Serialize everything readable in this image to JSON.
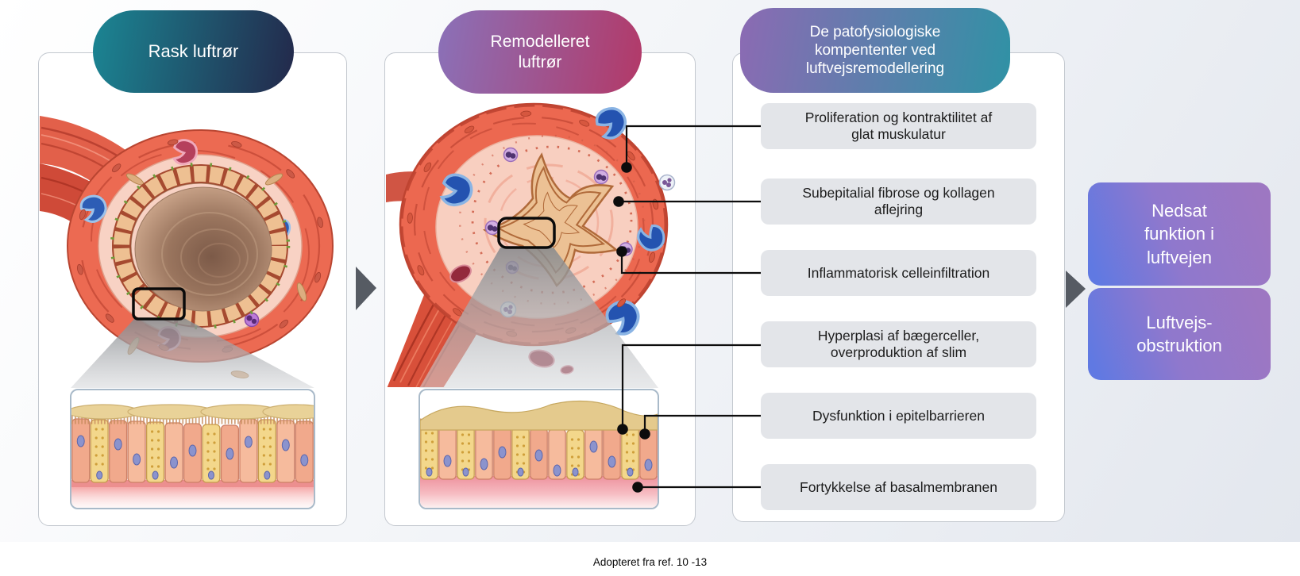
{
  "pills": {
    "healthy": "Rask luftrør",
    "remodeled": "Remodelleret\nluftrør",
    "components": "De patofysiologiske\nkompententer ved\nluftvejsremodellering"
  },
  "labels": [
    "Proliferation og kontraktilitet af\nglat muskulatur",
    "Subepitalial fibrose og kollagen\naflejring",
    "Inflammatorisk celleinfiltration",
    "Hyperplasi af bægerceller,\noverproduktion af slim",
    "Dysfunktion i epitelbarrieren",
    "Fortykkelse af basalmembranen"
  ],
  "outcomes": [
    "Nedsat\nfunktion i\nluftvejen",
    "Luftvejs-\nobstruktion"
  ],
  "caption": {
    "text": "Adopteret fra ref. 10 -13"
  },
  "colors": {
    "pill_healthy_gradient": [
      "#1b8492",
      "#232a4c"
    ],
    "pill_remodeled_gradient": [
      "#8b70b7",
      "#b23a69"
    ],
    "pill_components_gradient": [
      "#8a6bb3",
      "#3191a5"
    ],
    "outcome_gradient": [
      "#6079e2",
      "#9d77c2"
    ],
    "label_box": "#e3e5e9",
    "callout_line": "#0d0d0d",
    "flow_arrow": "#565b63",
    "panel_border": "#c3c8cf"
  }
}
